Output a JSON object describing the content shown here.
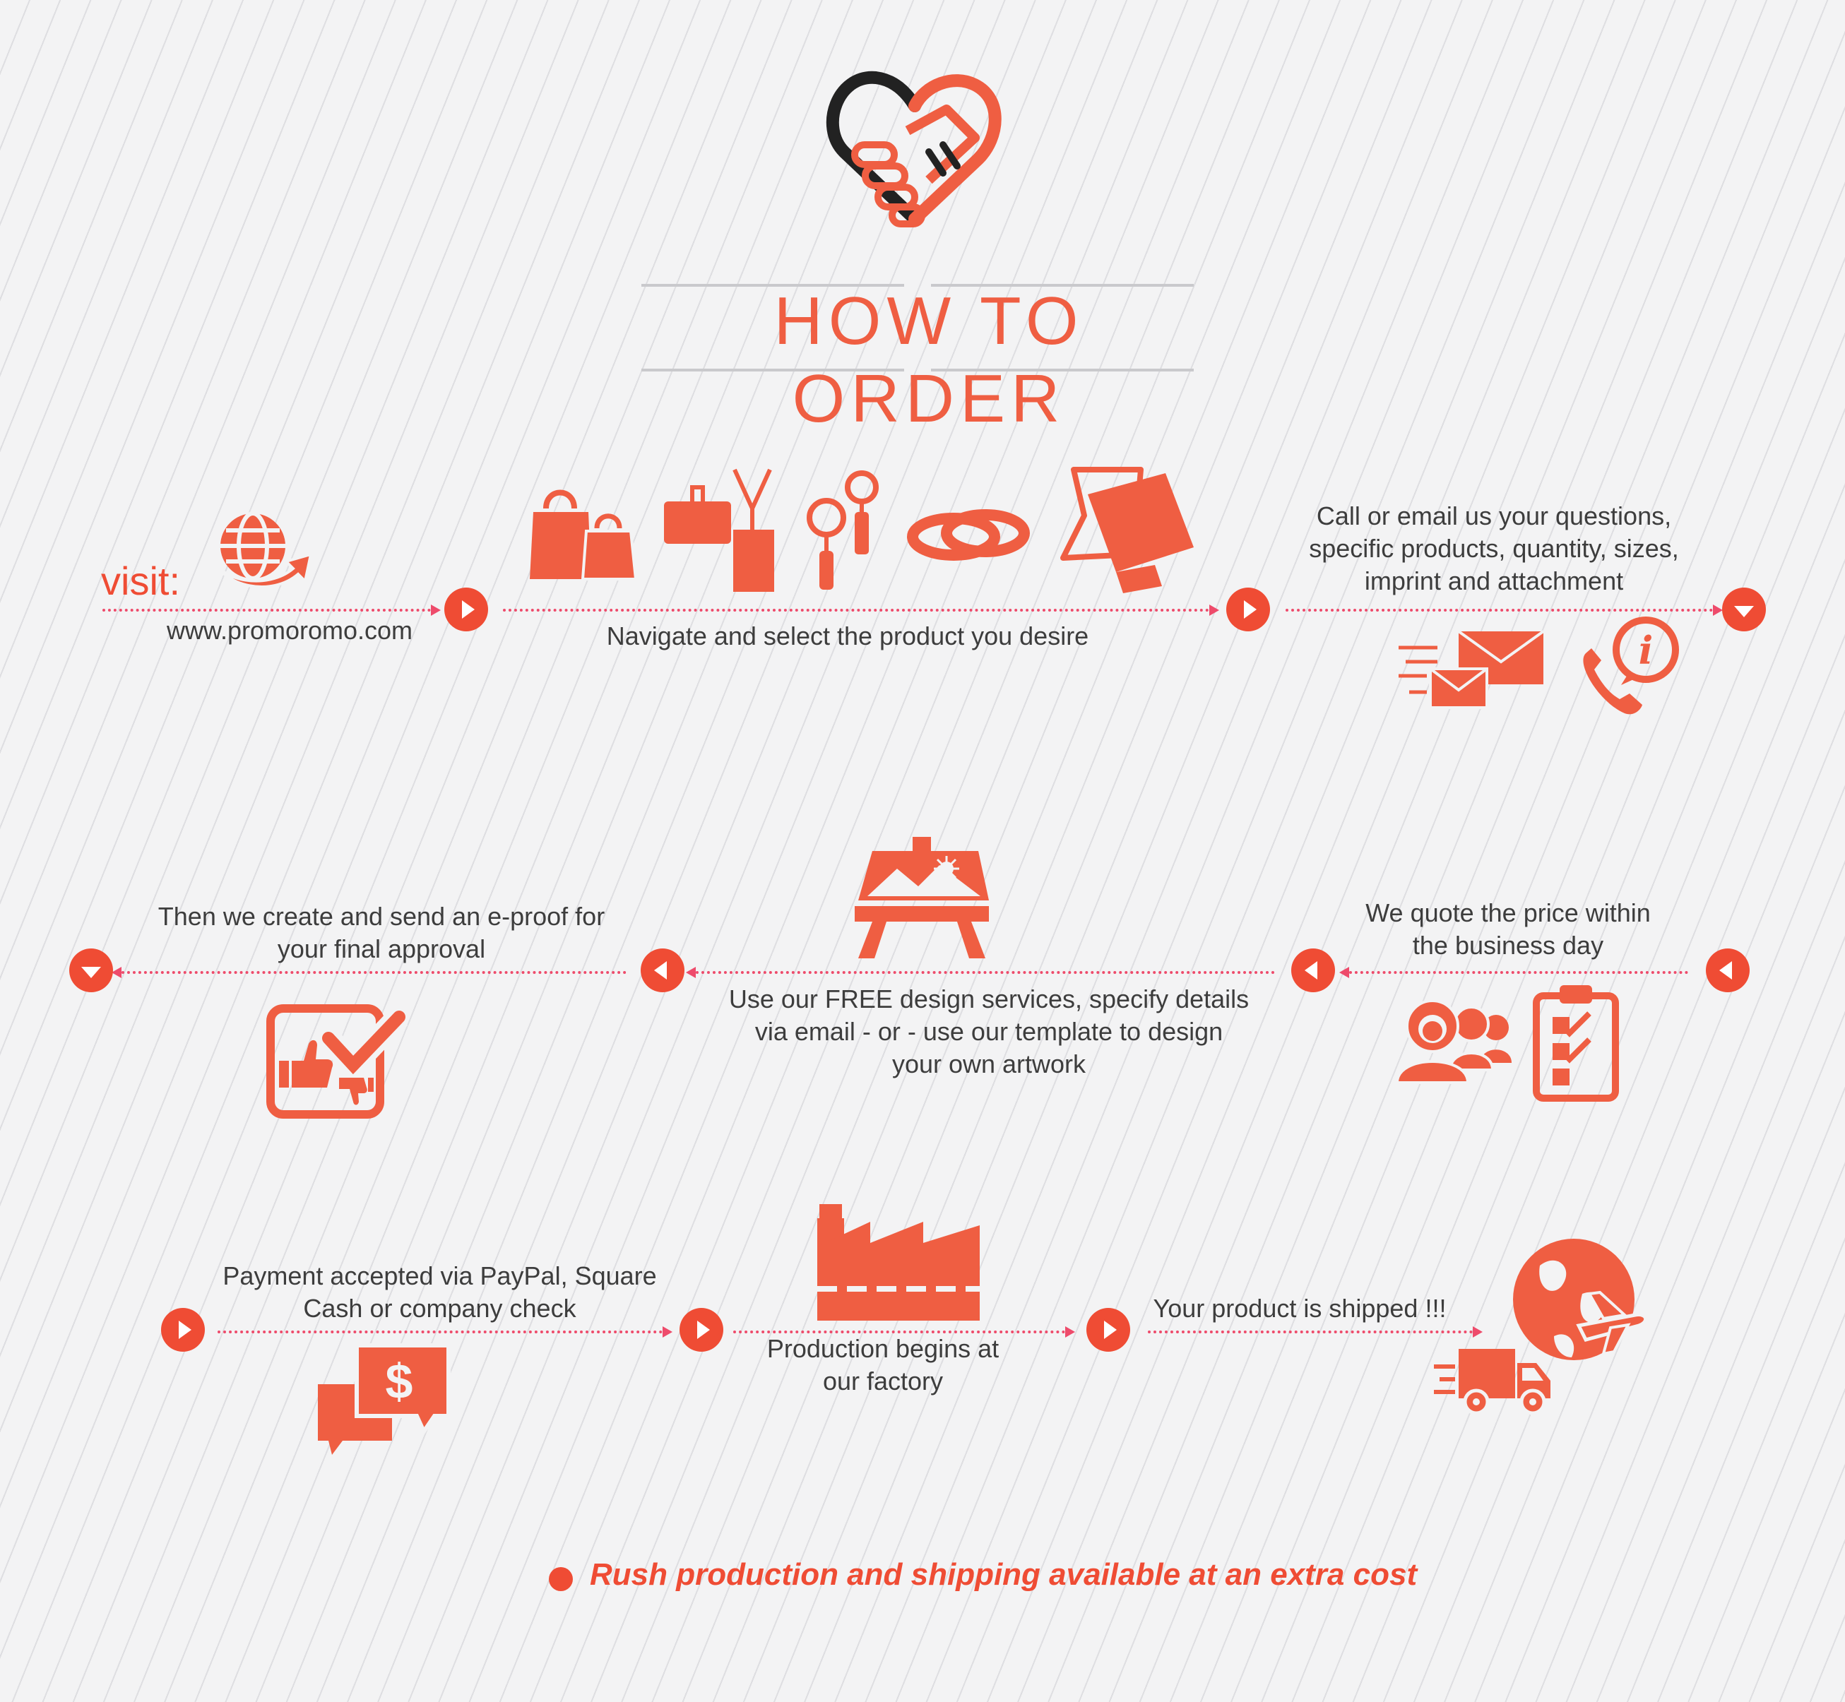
{
  "header": {
    "title": "HOW TO ORDER"
  },
  "step_visit": {
    "label": "visit:",
    "url": "www.promoromo.com"
  },
  "step_navigate": {
    "text": "Navigate and select the product you desire"
  },
  "step_contact": {
    "text_lines": [
      "Call or email us your questions,",
      "specific products, quantity, sizes,",
      "imprint and attachment"
    ]
  },
  "step_quote": {
    "text_lines": [
      "We quote the price within",
      "the business day"
    ]
  },
  "step_design": {
    "text_lines": [
      "Use our FREE design services, specify details",
      "via email - or - use our template to design",
      "your own artwork"
    ]
  },
  "step_proof": {
    "text_lines": [
      "Then we create and send an e-proof for",
      "your final approval"
    ]
  },
  "step_payment": {
    "text_lines": [
      "Payment accepted via PayPal, Square",
      "Cash or company check"
    ]
  },
  "step_production": {
    "text_lines": [
      "Production begins at",
      "our factory"
    ]
  },
  "step_shipped": {
    "text": "Your product is shipped !!!"
  },
  "footer": {
    "note": "Rush production and shipping available at an extra cost"
  },
  "icons": {
    "logo": "handshake-heart-icon",
    "globe": "globe-arrow-icon",
    "products": [
      "shopping-bags-icon",
      "badge-lanyard-icon",
      "badge-reel-icon",
      "wristband-icon",
      "sticky-notes-icon"
    ],
    "contact": [
      "email-icon",
      "phone-info-icon"
    ],
    "quote": [
      "support-team-icon",
      "checklist-clipboard-icon"
    ],
    "design": "easel-artwork-icon",
    "proof": "approval-check-icon",
    "payment": "payment-chat-icon",
    "production": "factory-icon",
    "shipping": [
      "delivery-truck-icon",
      "globe-plane-icon"
    ]
  },
  "colors": {
    "accent": "#ef5e42",
    "button": "#ef4c34",
    "dotted_line": "#ee4b6b",
    "text": "#3d3d3d",
    "background": "#f3f3f4"
  }
}
